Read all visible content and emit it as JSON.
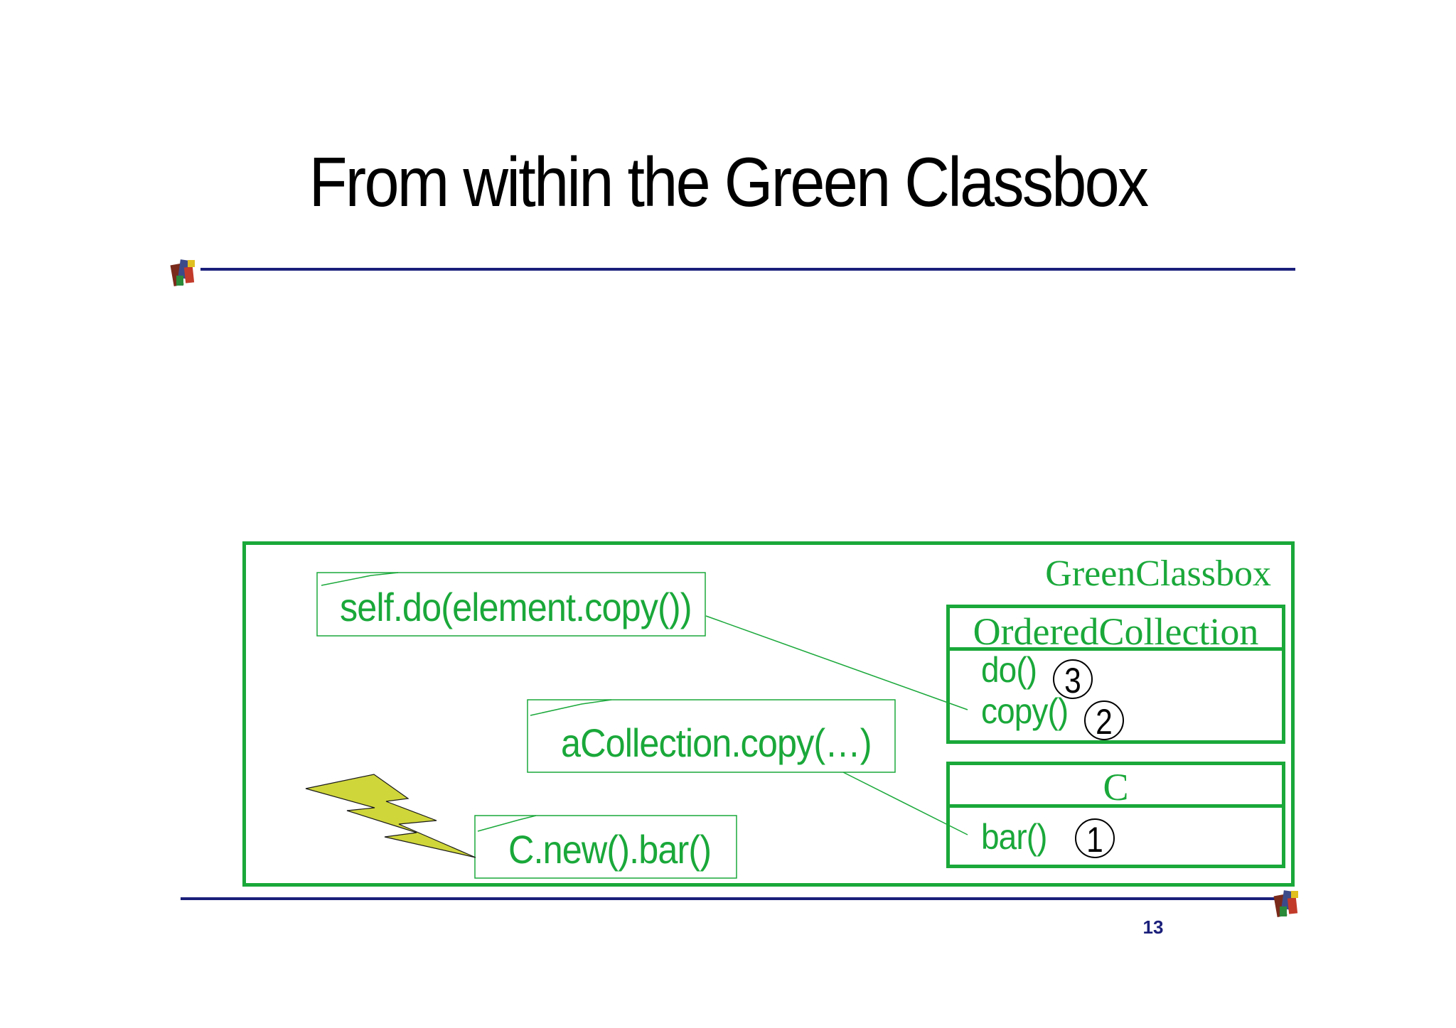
{
  "slide": {
    "title": "From within the Green Classbox",
    "page_number": "13"
  },
  "diagram": {
    "classbox_label": "GreenClassbox",
    "classes": [
      {
        "name": "OrderedCollection",
        "methods": [
          {
            "label": "do()",
            "step": "3"
          },
          {
            "label": "copy()",
            "step": "2"
          }
        ]
      },
      {
        "name": "C",
        "methods": [
          {
            "label": "bar()",
            "step": "1"
          }
        ]
      }
    ],
    "notes": [
      {
        "text": "self.do(element.copy())"
      },
      {
        "text": "aCollection.copy(…)"
      },
      {
        "text": "C.new().bar()"
      }
    ],
    "colors": {
      "classbox": "#1aa83a",
      "rule": "#1a1f7a",
      "lightning": "#cfd63a"
    },
    "icons": [
      "lightning-bolt-icon",
      "logo-icon"
    ]
  }
}
